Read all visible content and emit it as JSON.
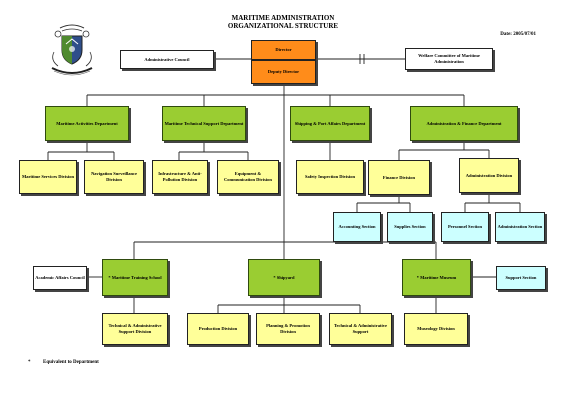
{
  "header": {
    "title_line1": "MARITIME ADMINISTRATION",
    "title_line2": "ORGANIZATIONAL STRUCTURE",
    "date": "Date: 2005/07/01"
  },
  "top": {
    "director": "Director",
    "deputy": "Deputy Director",
    "admin_council": "Administrative Council",
    "welfare": "Welfare Committee of Maritime Administration"
  },
  "departments": [
    {
      "name": "Maritime Activities Department"
    },
    {
      "name": "Maritime Technical Support Department"
    },
    {
      "name": "Shipping & Port Affairs Department"
    },
    {
      "name": "Administration & Finance Department"
    }
  ],
  "divisions": {
    "maritime_services": "Maritime Services Division",
    "navigation": "Navigation Surveillance Division",
    "infrastructure": "Infrastructure & Anti-Pollution Division",
    "equipment": "Equipment & Communication Division",
    "safety": "Safety Inspection Division",
    "finance": "Finance Division",
    "administration": "Administration Division"
  },
  "sections": {
    "accounting": "Accounting Section",
    "supplies": "Supplies Section",
    "personnel": "Personnel Section",
    "administration": "Administration Section"
  },
  "lower": {
    "academic_council": "Academic Affairs Council",
    "training_school": "* Maritime Training School",
    "shipyard": "* Shipyard",
    "museum": "* Maritime Museum",
    "support_section": "Support Section",
    "tech_admin_support_1": "Technical & Administrative Support Division",
    "production": "Production Division",
    "planning": "Planning & Promotion Division",
    "tech_admin_support_2": "Technical & Administrative Support",
    "museology": "Museology Division"
  },
  "footnote": {
    "marker": "*",
    "text": "Equivalent to Department"
  }
}
